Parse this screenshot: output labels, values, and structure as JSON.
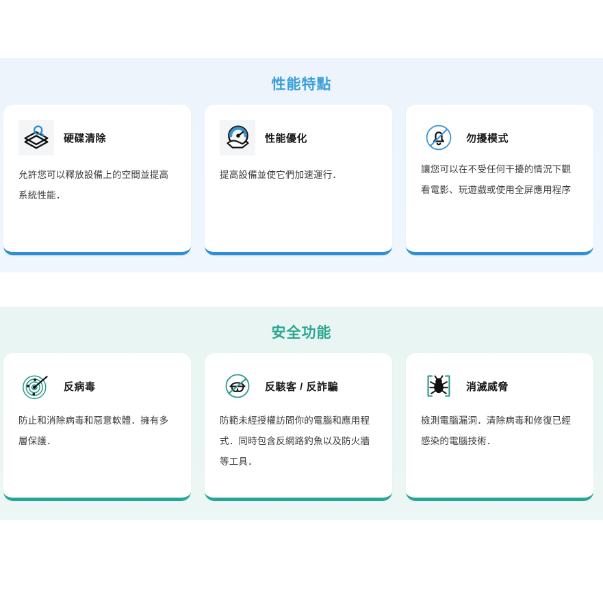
{
  "colors": {
    "perf_accent": "#3c9fdb",
    "perf_border": "#2e8fd2",
    "perf_bg": "#edf4fc",
    "sec_accent": "#2aa690",
    "sec_border": "#27a596",
    "sec_bg": "#e9f5f2",
    "title_text": "#181818",
    "body_text": "#3b3b3b"
  },
  "performance": {
    "heading": "性能特點",
    "cards": [
      {
        "icon": "disk-cleanup-layers-icon",
        "title": "硬碟清除",
        "desc": "允許您可以釋放設備上的空間並提高系統性能．"
      },
      {
        "icon": "speedometer-hand-icon",
        "title": "性能優化",
        "desc": "提高設備並使它們加速運行．"
      },
      {
        "icon": "bell-slash-icon",
        "title": "勿擾模式",
        "desc": "讓您可以在不受任何干擾的情況下觀看電影、玩遊戲或使用全屏應用程序"
      }
    ]
  },
  "security": {
    "heading": "安全功能",
    "cards": [
      {
        "icon": "radar-scan-icon",
        "title": "反病毒",
        "desc": "防止和消除病毒和惡意軟體．擁有多層保護．"
      },
      {
        "icon": "hacker-blocked-icon",
        "title": "反駭客 / 反詐騙",
        "desc": "防範未經授權訪問你的電腦和應用程式．同時包含反網路釣魚以及防火牆等工具．"
      },
      {
        "icon": "bug-brackets-icon",
        "title": "消滅威脅",
        "desc": "檢測電腦漏洞．清除病毒和修復已經感染的電腦技術．"
      }
    ]
  }
}
